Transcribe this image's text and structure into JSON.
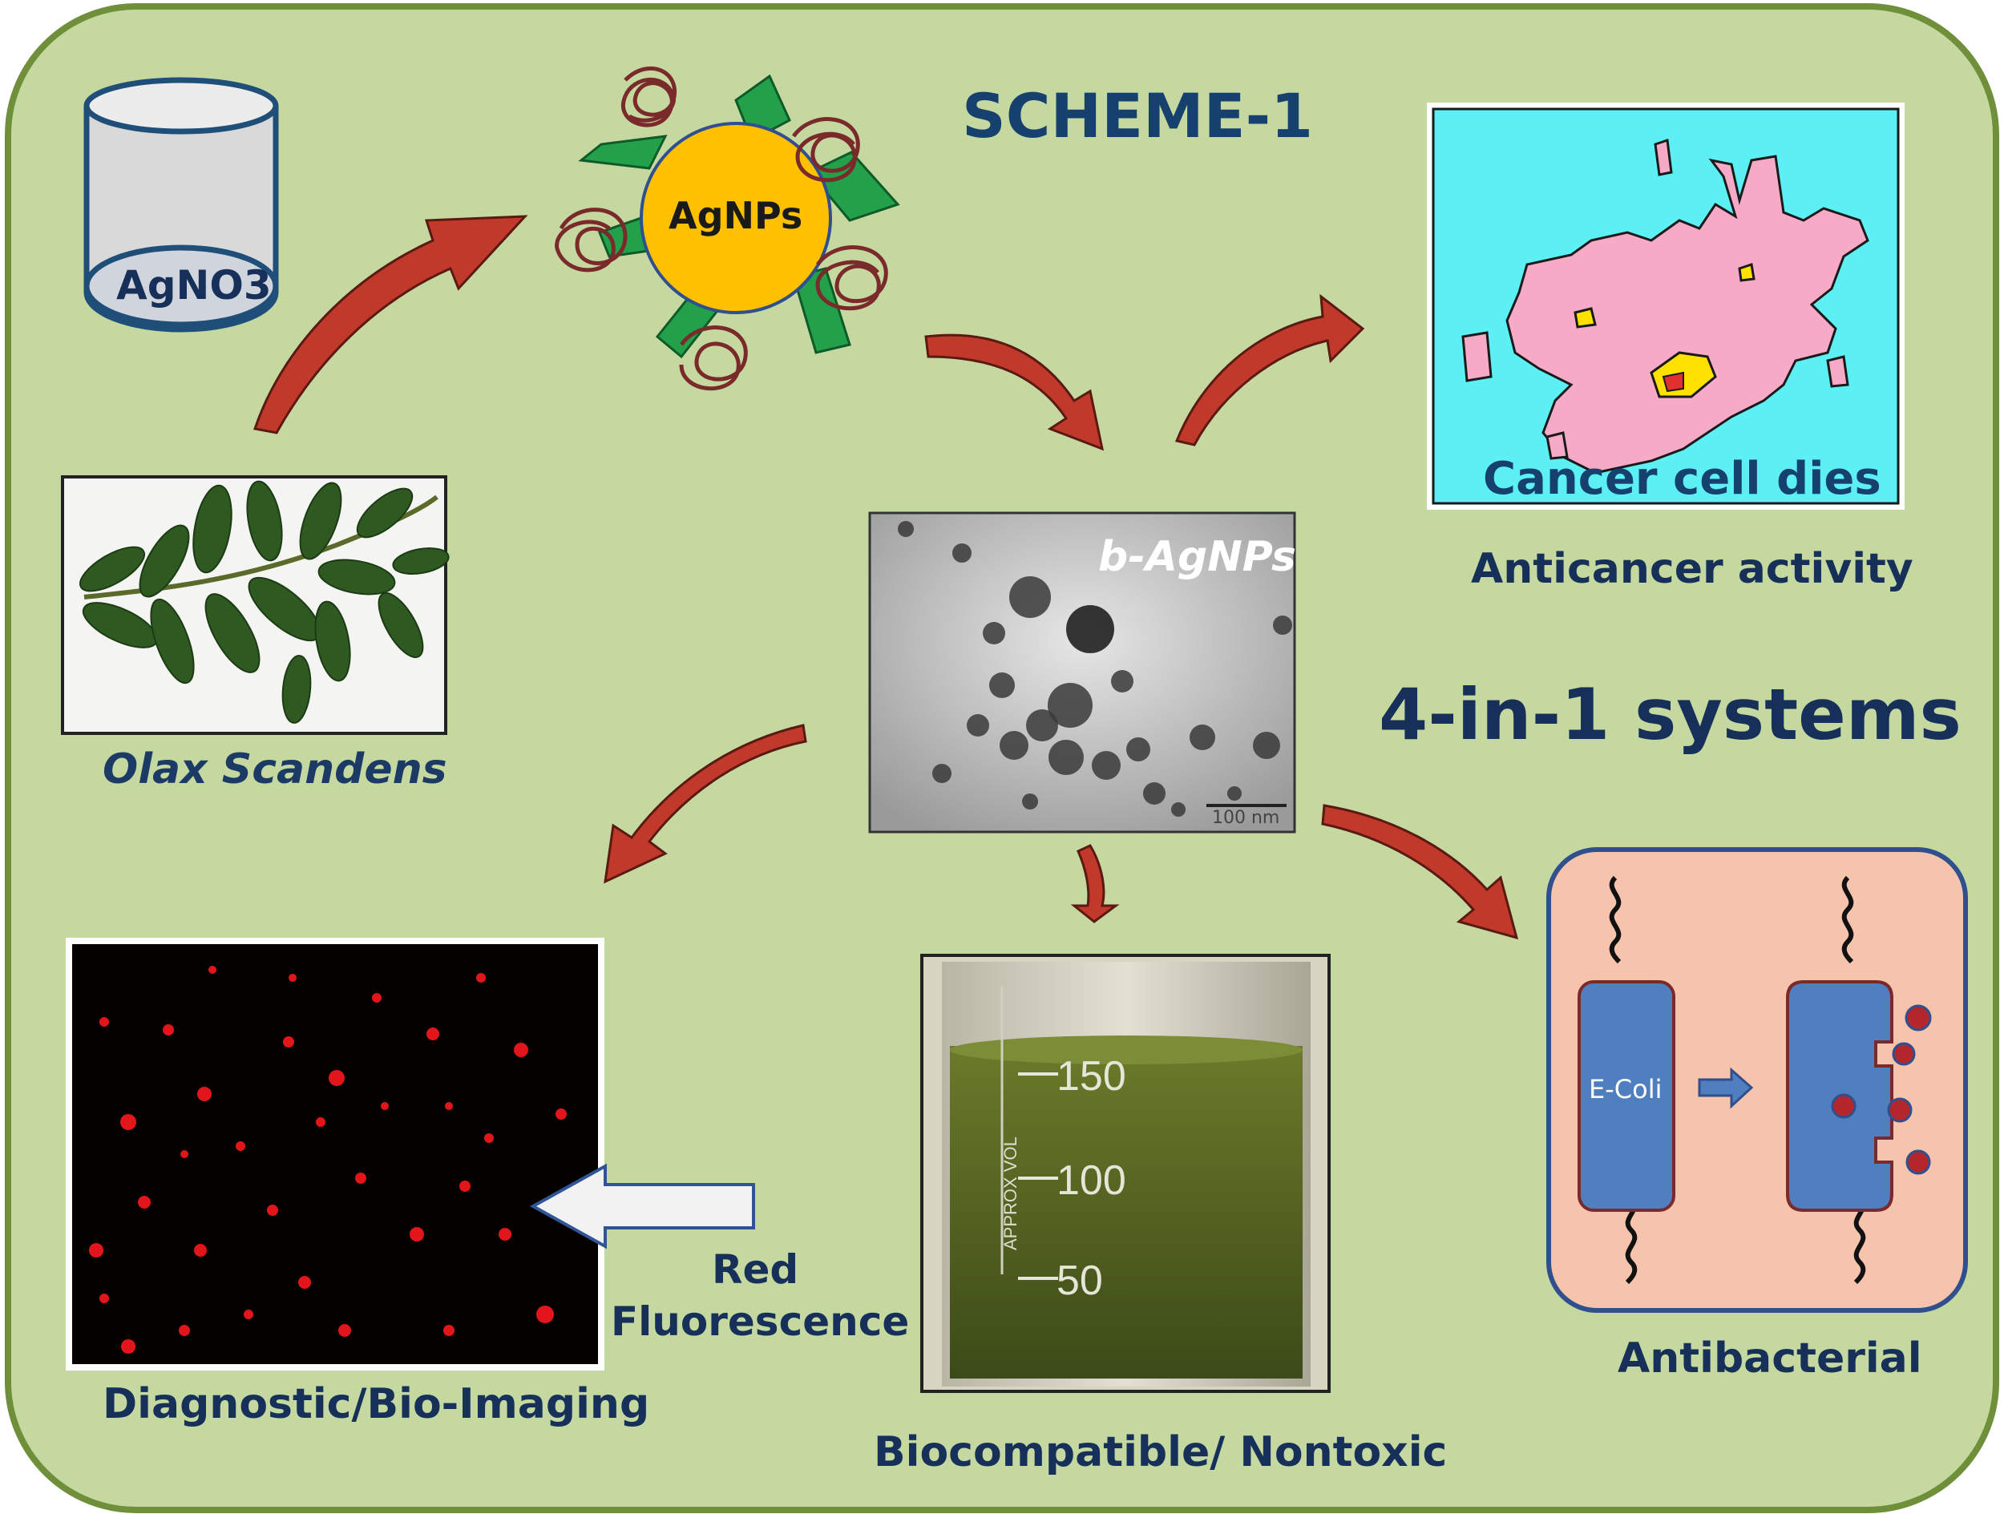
{
  "title": "SCHEME-1",
  "system_label": "4-in-1 systems",
  "beaker_label": "AgNO3",
  "nanoparticle_label": "AgNPs",
  "plant_label": "Olax Scandens",
  "tem_label": "b-AgNPs",
  "tem_scale": "100 nm",
  "cancer_panel_label": "Cancer cell dies",
  "anticancer_caption": "Anticancer activity",
  "bacteria_label": "E-Coli",
  "antibacterial_caption": "Antibacterial",
  "fluorescence_label_line1": "Red",
  "fluorescence_label_line2": "Fluorescence",
  "imaging_caption": "Diagnostic/Bio-Imaging",
  "beaker_photo_caption": "Biocompatible/ Nontoxic",
  "beaker_marks": [
    "150",
    "100",
    "50"
  ],
  "beaker_side_text": "APPROX VOL",
  "colors": {
    "background_panel": "#c5d8a0",
    "panel_border": "#6f8f3a",
    "arrow_red": "#c0392b",
    "nanoparticle_core": "#ffc000",
    "ligand_green": "#22a14a",
    "cancer_bg": "#5cf0f4",
    "cancer_cell": "#f7aac6",
    "bacteria_panel": "#f6c3ac",
    "bacteria_cell": "#4f7fbf",
    "title_text": "#16406e"
  }
}
